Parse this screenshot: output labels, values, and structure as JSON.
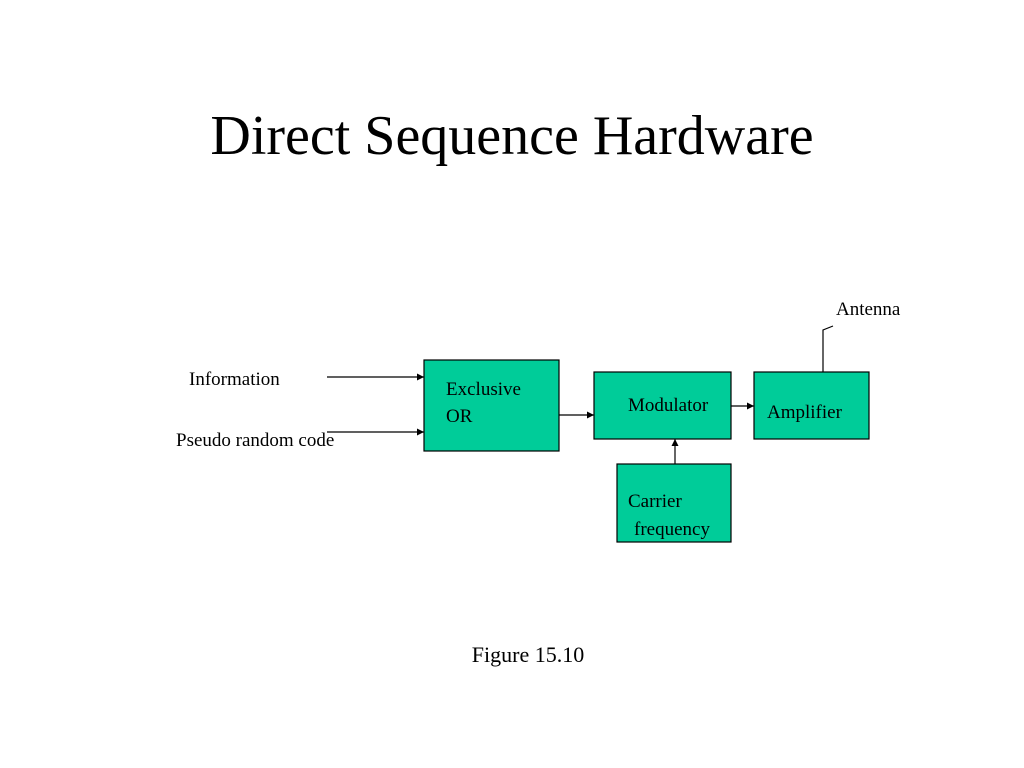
{
  "slide": {
    "title": "Direct Sequence Hardware",
    "caption": "Figure 15.10"
  },
  "diagram": {
    "inputs": {
      "information": "Information",
      "pseudo_random_code": "Pseudo random code"
    },
    "blocks": {
      "exclusive_or": {
        "line1": "Exclusive",
        "line2": "OR"
      },
      "modulator": {
        "label": "Modulator"
      },
      "amplifier": {
        "label": "Amplifier"
      },
      "carrier": {
        "line1": "Carrier",
        "line2": "frequency"
      }
    },
    "antenna_label": "Antenna",
    "colors": {
      "block_fill": "#00CC99",
      "stroke": "#000000",
      "background": "#FFFFFF"
    }
  }
}
